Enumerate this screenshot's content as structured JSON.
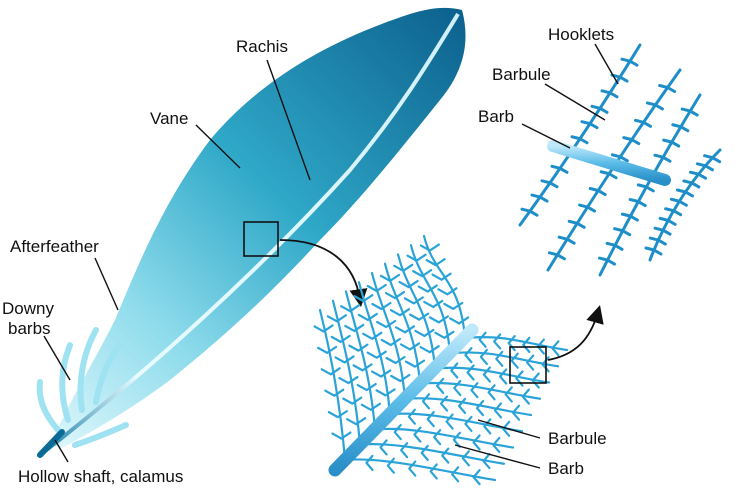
{
  "labels": {
    "rachis": "Rachis",
    "vane": "Vane",
    "afterfeather": "Afterfeather",
    "downy_line1": "Downy",
    "downy_line2": "barbs",
    "calamus": "Hollow shaft, calamus",
    "hooklets": "Hooklets",
    "barbule_top": "Barbule",
    "barb_top": "Barb",
    "barbule_bottom": "Barbule",
    "barb_bottom": "Barb"
  },
  "colors": {
    "feather_dark": "#0a6b95",
    "feather_mid": "#2aa6c6",
    "feather_light": "#bfeef7",
    "barb_light": "#7fd3ee",
    "barb_mid": "#3aaee0",
    "barb_dark": "#1a7fb6",
    "line": "#111111"
  }
}
